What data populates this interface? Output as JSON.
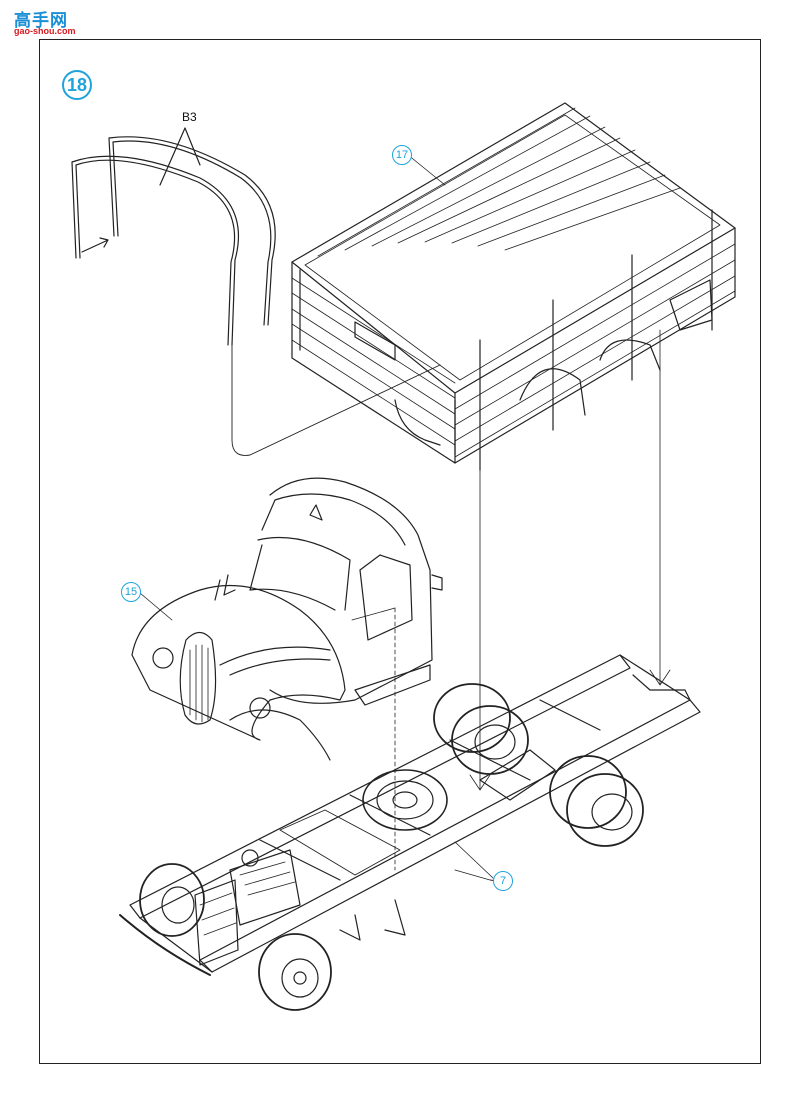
{
  "watermark": {
    "title": "高手网",
    "url": "gao-shou.com"
  },
  "step": {
    "number": "18"
  },
  "callouts": {
    "b3": "B3",
    "part_17": "17",
    "part_15": "15",
    "part_7": "7"
  },
  "colors": {
    "accent": "#1fa3dc",
    "line": "#222222",
    "watermark_red": "#d7191f"
  }
}
